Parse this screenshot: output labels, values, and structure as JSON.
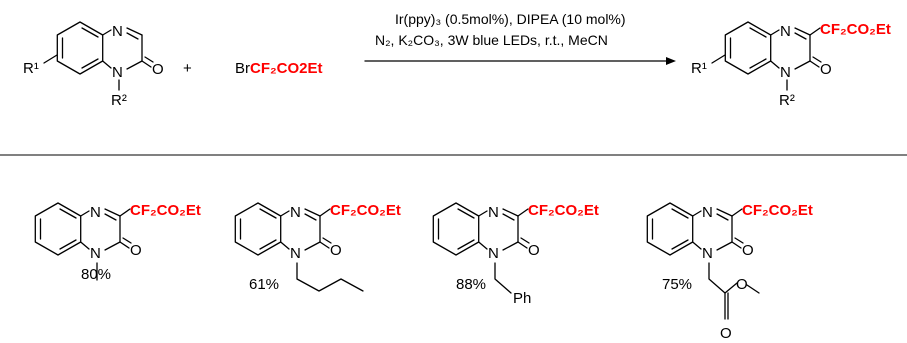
{
  "scheme": {
    "condition_line1": "Ir(ppy)₃ (0.5mol%), DIPEA (10 mol%)",
    "condition_line2": "N₂, K₂CO₃, 3W blue LEDs, r.t., MeCN",
    "plus": "+",
    "reagent_prefix": "Br",
    "reagent_colored": "CF₂CO2Et",
    "substrate": {
      "r1": "R¹",
      "r2": "R²",
      "n": "N",
      "o": "O"
    },
    "product": {
      "r1": "R¹",
      "r2": "R²",
      "n": "N",
      "o": "O",
      "group": "CF₂CO₂Et"
    }
  },
  "examples": [
    {
      "yield": "80%",
      "group": "CF₂CO₂Et",
      "substituent": ""
    },
    {
      "yield": "61%",
      "group": "CF₂CO₂Et",
      "substituent": ""
    },
    {
      "yield": "88%",
      "group": "CF₂CO₂Et",
      "substituent": "Ph"
    },
    {
      "yield": "75%",
      "group": "CF₂CO₂Et",
      "substituent": ""
    }
  ],
  "colors": {
    "highlight": "#ff0000",
    "text": "#000000"
  }
}
